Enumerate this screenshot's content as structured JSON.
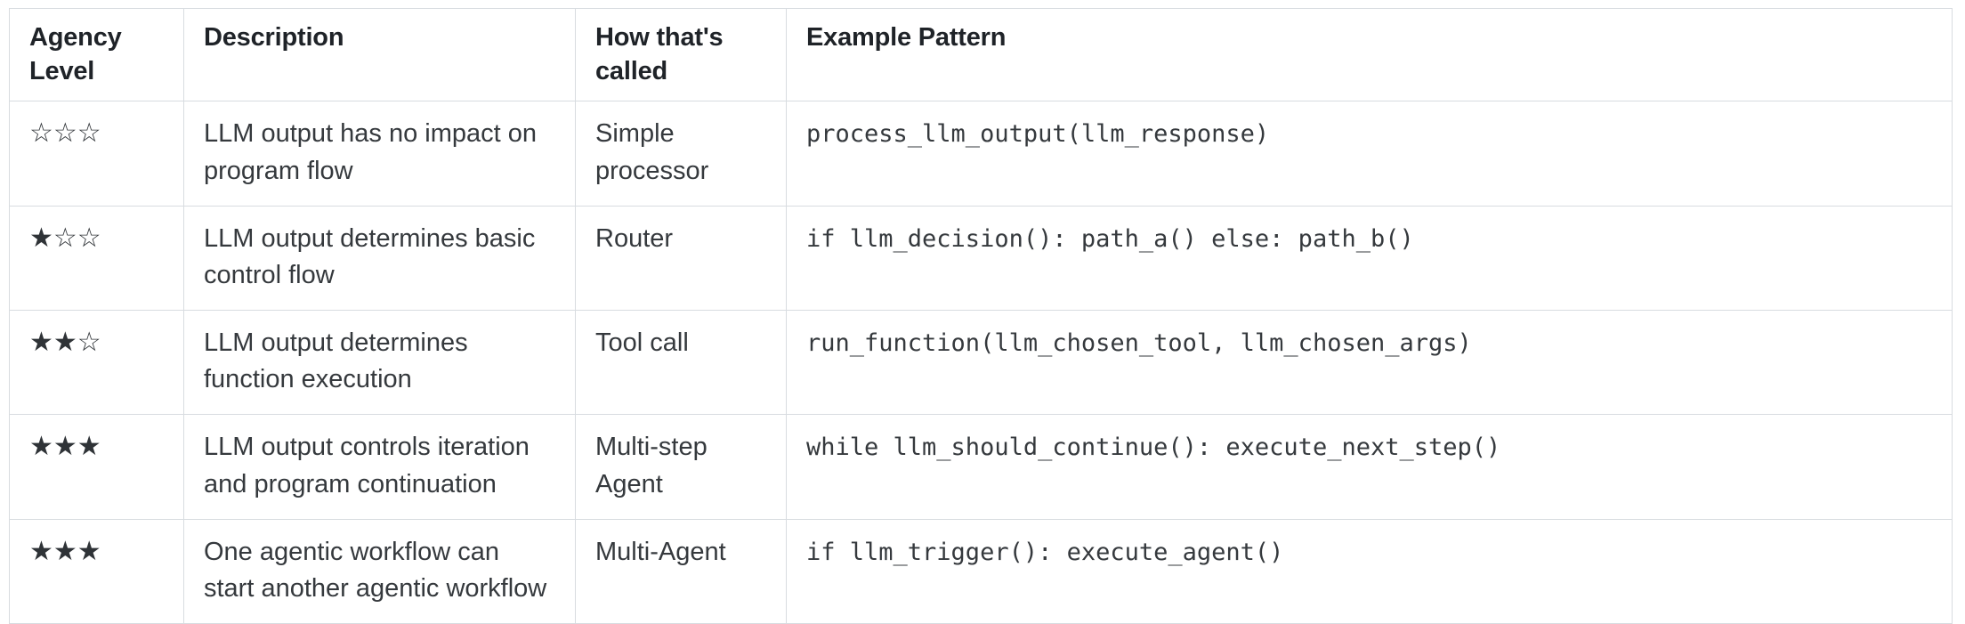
{
  "table": {
    "columns": [
      {
        "key": "agency_level",
        "label": "Agency Level"
      },
      {
        "key": "description",
        "label": "Description"
      },
      {
        "key": "how_called",
        "label": "How that's called"
      },
      {
        "key": "example_pattern",
        "label": "Example Pattern"
      }
    ],
    "star_glyphs": {
      "filled": "★",
      "empty": "☆"
    },
    "rows": [
      {
        "stars_filled": 0,
        "stars_total": 3,
        "stars": "☆☆☆",
        "description": "LLM output has no impact on program flow",
        "how_called": "Simple processor",
        "example_pattern": "process_llm_output(llm_response)"
      },
      {
        "stars_filled": 1,
        "stars_total": 3,
        "stars": "★☆☆",
        "description": "LLM output determines basic control flow",
        "how_called": "Router",
        "example_pattern": "if llm_decision(): path_a() else: path_b()"
      },
      {
        "stars_filled": 2,
        "stars_total": 3,
        "stars": "★★☆",
        "description": "LLM output determines function execution",
        "how_called": "Tool call",
        "example_pattern": "run_function(llm_chosen_tool, llm_chosen_args)"
      },
      {
        "stars_filled": 3,
        "stars_total": 3,
        "stars": "★★★",
        "description": "LLM output controls iteration and program continuation",
        "how_called": "Multi-step Agent",
        "example_pattern": "while llm_should_continue(): execute_next_step()"
      },
      {
        "stars_filled": 3,
        "stars_total": 3,
        "stars": "★★★",
        "description": "One agentic workflow can start another agentic workflow",
        "how_called": "Multi-Agent",
        "example_pattern": "if llm_trigger(): execute_agent()"
      }
    ]
  },
  "colors": {
    "border": "#d8dce0",
    "header_text": "#1f2328",
    "body_text": "#35393d",
    "background": "#ffffff"
  }
}
